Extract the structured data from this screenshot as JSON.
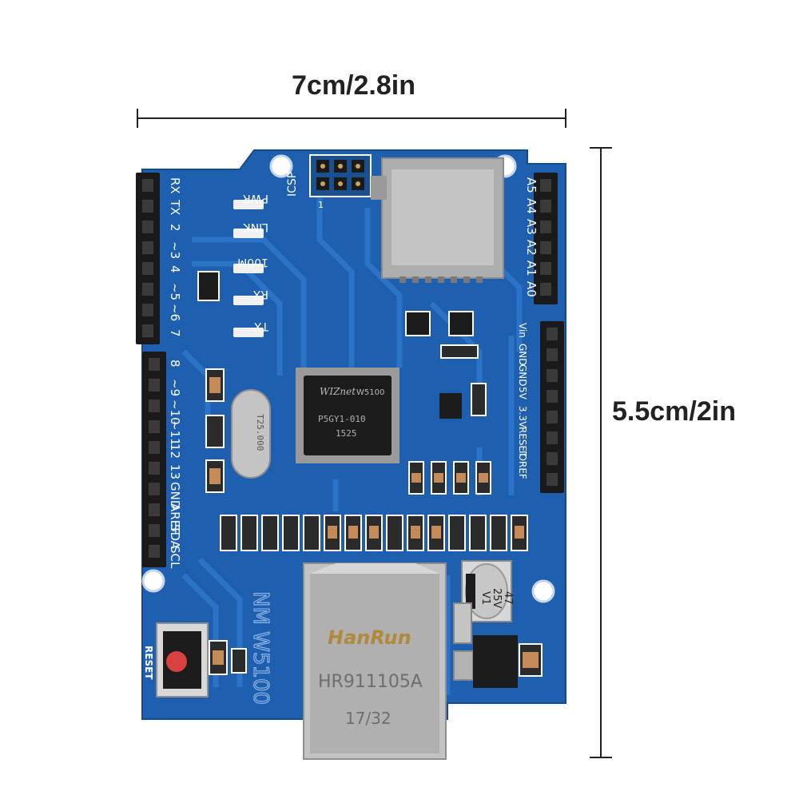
{
  "dimensions": {
    "width_label": "7cm/2.8in",
    "height_label": "5.5cm/2in"
  },
  "board": {
    "left_header_labels": [
      "RX",
      "TX",
      "2",
      "~3",
      "4",
      "~5",
      "~6",
      "7",
      "8",
      "~9",
      "~10",
      "~11",
      "12",
      "13",
      "GND",
      "AREF",
      "SDA",
      "SCL"
    ],
    "right_analog_labels": [
      "A5",
      "A4",
      "A3",
      "A2",
      "A1",
      "A0"
    ],
    "right_power_labels": [
      "Vin",
      "GND",
      "GND",
      "5V",
      "3.3V",
      "RESET",
      "IOREF"
    ],
    "led_labels": [
      "PWR",
      "LINK",
      "100M",
      "RX",
      "TX"
    ],
    "icsp_label": "ICSP",
    "icsp_pin_marker": "1",
    "reset_label": "RESET",
    "board_name": "NM W5100",
    "chip": {
      "brand": "WIZnet",
      "model": "W5100",
      "line2": "P5GY1-010",
      "line3": "1525"
    },
    "crystal_label": "T25.000",
    "capacitor": {
      "line1": "47",
      "line2": "25V",
      "line3": "V1"
    },
    "ethernet_jack": {
      "brand": "HanRun",
      "model": "HR911105A",
      "date_code": "17/32"
    }
  },
  "colors": {
    "pcb": "#1f5fb0",
    "pcb_dark": "#184f96",
    "trace": "#2a74c8",
    "header": "#1a1a1a",
    "metal": "#b9b9b9",
    "reset_button": "#d94040"
  }
}
